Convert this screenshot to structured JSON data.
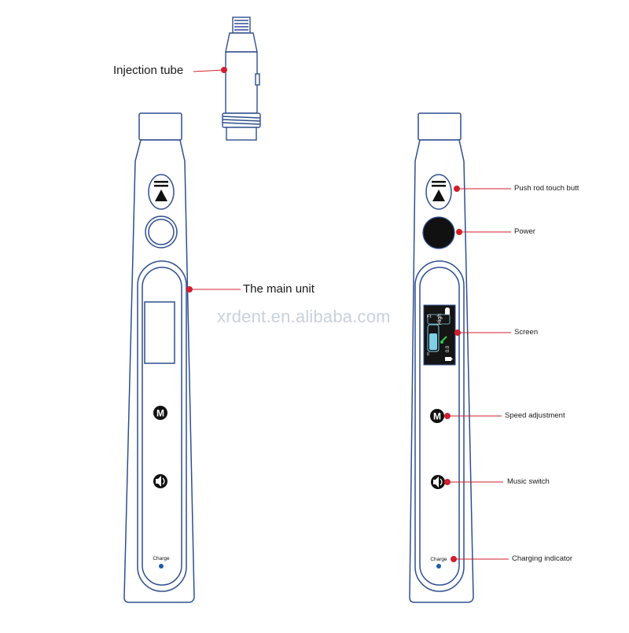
{
  "watermark": "xrdent.en.alibaba.com",
  "labels": {
    "injection_tube": "Injection tube",
    "main_unit": "The main unit",
    "push_rod": "Push rod touch butt",
    "power": "Power",
    "screen": "Screen",
    "speed_adjustment": "Speed adjustment",
    "music_switch": "Music switch",
    "charging_indicator": "Charging indicator"
  },
  "device": {
    "charge_label": "Charge",
    "m_button_glyph": "M"
  },
  "screen_display": {
    "mode": "High",
    "value": "0.0",
    "scale_top": "F1",
    "scale_bottom": "0"
  },
  "colors": {
    "outline": "#2f4f8f",
    "leader_line": "#d11f2d",
    "dot": "#d11f2d",
    "power_button": "#111111",
    "screen_bg": "#151515",
    "screen_bar": "#7fd0e6",
    "charge_led": "#1d5fa8"
  },
  "icons": [
    "push-rod-icon",
    "m-button-icon",
    "speaker-icon",
    "music-note-icon",
    "battery-icon"
  ]
}
